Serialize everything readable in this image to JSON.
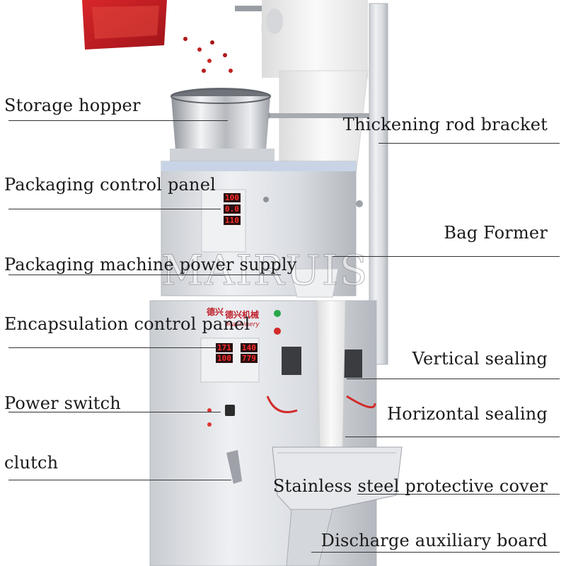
{
  "labels": {
    "storage_hopper": "Storage hopper",
    "packaging_control_panel": "Packaging control panel",
    "packaging_power_supply": "Packaging machine power supply",
    "encapsulation_control_panel": "Encapsulation control panel",
    "power_switch": "Power switch",
    "clutch": "clutch",
    "thickening_rod_bracket": "Thickening rod bracket",
    "bag_former": "Bag Former",
    "vertical_sealing": "Vertical sealing",
    "horizontal_sealing": "Horizontal sealing",
    "stainless_steel_cover": "Stainless steel protective cover",
    "discharge_board": "Discharge auxiliary board"
  },
  "watermark": "MAIRUIS",
  "machine_branding": {
    "chinese_name": "德兴机械",
    "english_name": "Machinery",
    "logo_badge": "德兴"
  },
  "displays": {
    "upper_1": "100",
    "upper_2": "0.0",
    "upper_3": "110",
    "lower_1": "171",
    "lower_2": "100",
    "lower_3": "140",
    "lower_4": "779"
  },
  "colors": {
    "steel_light": "#e4e6ea",
    "steel_dark": "#a9adb3",
    "film": "#f2f2f2",
    "led_red": "#ff2a2a",
    "brand_red": "#c0202a",
    "label_text": "#1a1a1a"
  }
}
